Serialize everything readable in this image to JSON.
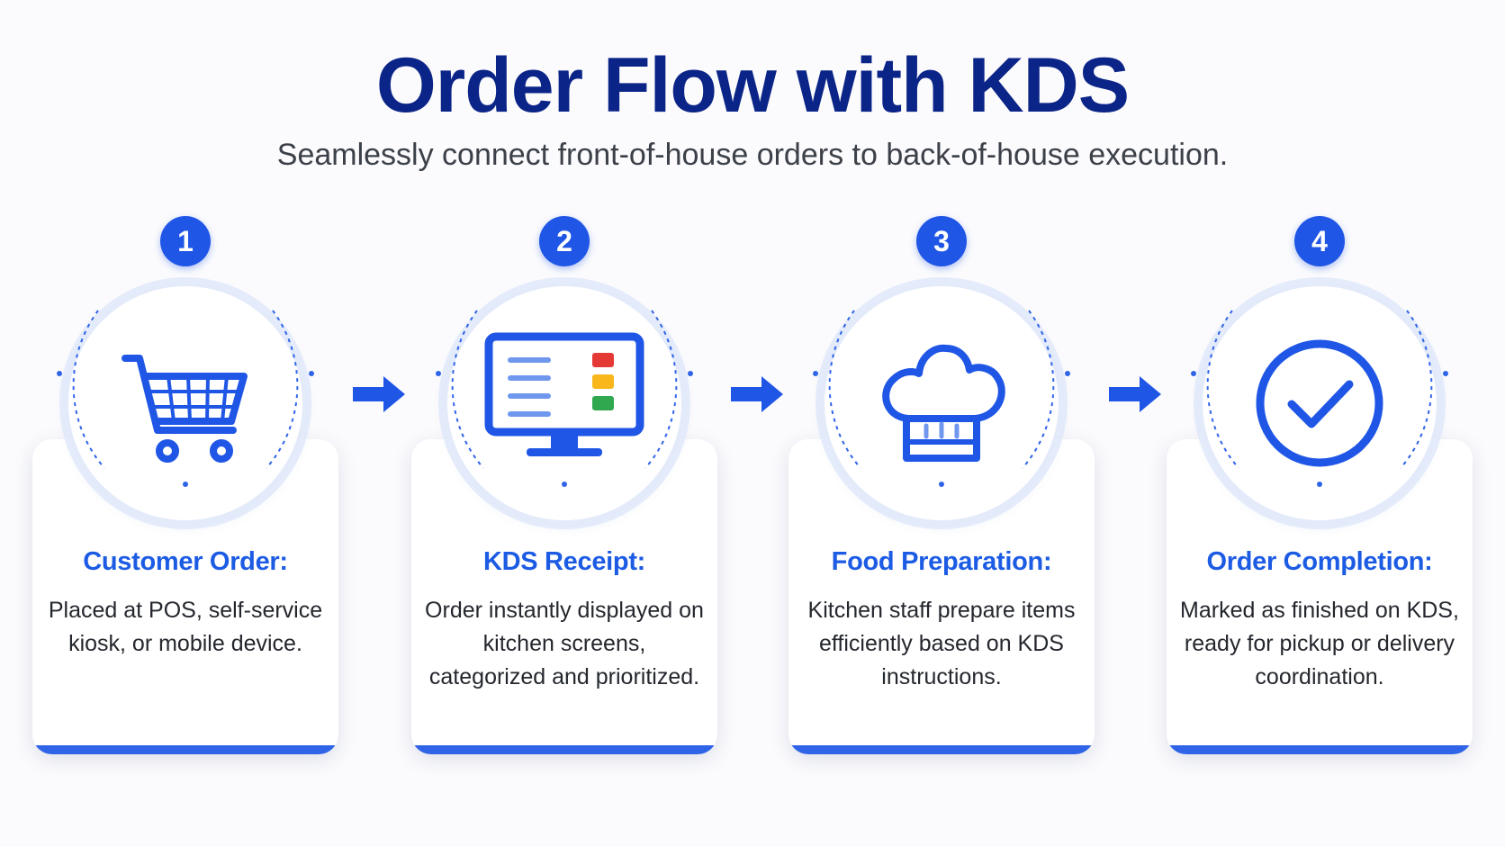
{
  "header": {
    "title": "Order Flow with KDS",
    "subtitle": "Seamlessly connect front-of-house orders to back-of-house execution."
  },
  "colors": {
    "title": "#0b2487",
    "accent": "#1f56e6",
    "step_title": "#1c5be3",
    "kds_red": "#e53935",
    "kds_yellow": "#f9b71b",
    "kds_green": "#2fa84f"
  },
  "steps": [
    {
      "number": "1",
      "icon": "shopping-cart-icon",
      "title": "Customer Order:",
      "description": "Placed at POS, self-service kiosk, or mobile device."
    },
    {
      "number": "2",
      "icon": "monitor-icon",
      "title": "KDS Receipt:",
      "description": "Order instantly displayed on kitchen screens, categorized and prioritized."
    },
    {
      "number": "3",
      "icon": "chef-hat-icon",
      "title": "Food Preparation:",
      "description": "Kitchen staff prepare items efficiently based on KDS instructions."
    },
    {
      "number": "4",
      "icon": "check-circle-icon",
      "title": "Order Completion:",
      "description": "Marked as finished on KDS, ready for pickup or delivery coordination."
    }
  ]
}
